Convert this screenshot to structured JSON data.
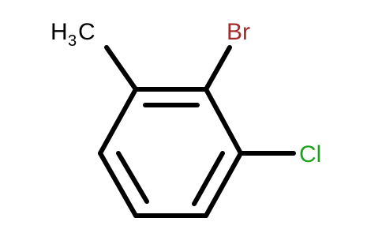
{
  "molecule": {
    "labels": {
      "methyl_h": "H",
      "methyl_sub": "3",
      "methyl_c": "C",
      "bromine": "Br",
      "chlorine": "Cl"
    },
    "colors": {
      "bond": "#000000",
      "carbon_label": "#000000",
      "bromine": "#a52a2a",
      "chlorine": "#1fa01f"
    }
  }
}
